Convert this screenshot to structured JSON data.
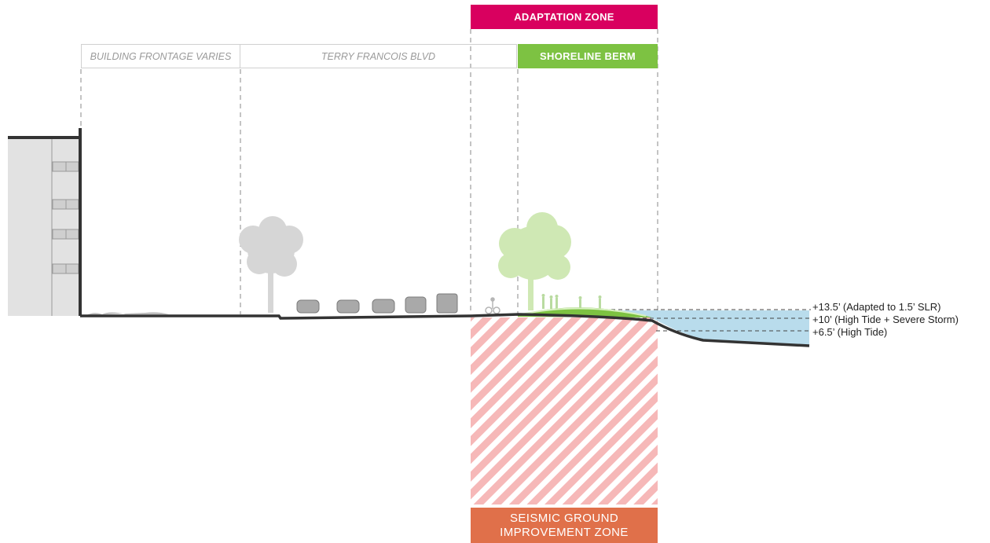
{
  "header": {
    "adaptation_zone": "ADAPTATION ZONE",
    "building_frontage": "BUILDING FRONTAGE VARIES",
    "terry_francois": "TERRY FRANCOIS BLVD",
    "shoreline_berm": "SHORELINE BERM"
  },
  "footer": {
    "seismic_line1": "SEISMIC GROUND",
    "seismic_line2": "IMPROVEMENT ZONE"
  },
  "water_levels": [
    "+13.5’ (Adapted to 1.5’ SLR)",
    "+10’ (High Tide + Severe Storm)",
    "+6.5’ (High Tide)"
  ],
  "colors": {
    "adaptation_zone": "#d9005f",
    "shoreline_berm": "#7dc242",
    "seismic_zone": "#e0704a",
    "water": "#b9dcec",
    "hatch": "#f6b8b8"
  }
}
